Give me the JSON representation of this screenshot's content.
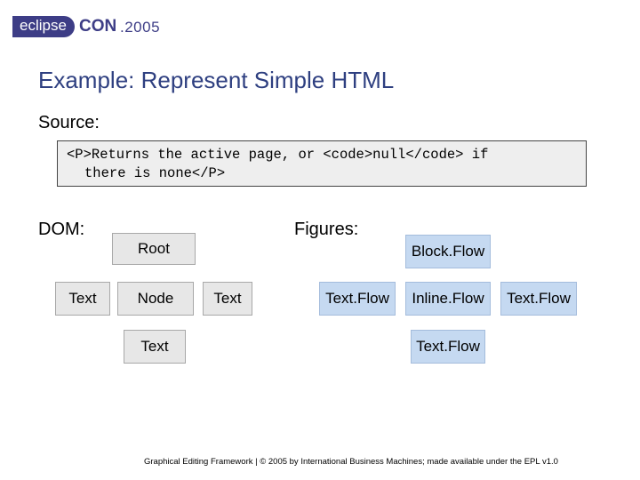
{
  "header": {
    "logo_eclipse": "eclipse",
    "logo_con": "CON",
    "logo_year": ".2005"
  },
  "title": "Example: Represent Simple HTML",
  "source": {
    "label": "Source:",
    "code_line1": "<P>Returns the active page, or <code>null</code> if",
    "code_line2": "there is none</P>"
  },
  "dom": {
    "label": "DOM:",
    "root": "Root",
    "text_left": "Text",
    "node": "Node",
    "text_right": "Text",
    "node_child": "Text"
  },
  "figures": {
    "label": "Figures:",
    "block_flow": "Block.Flow",
    "text_flow_left": "Text.Flow",
    "inline_flow": "Inline.Flow",
    "text_flow_right": "Text.Flow",
    "inline_child": "Text.Flow"
  },
  "colors": {
    "title": "#2e3f80",
    "dom_box": "#e7e7e7",
    "figure_box": "#c5d9f1",
    "code_bg": "#eeeeee"
  },
  "footer": "Graphical Editing Framework | © 2005 by International Business Machines; made available under the EPL v1.0"
}
